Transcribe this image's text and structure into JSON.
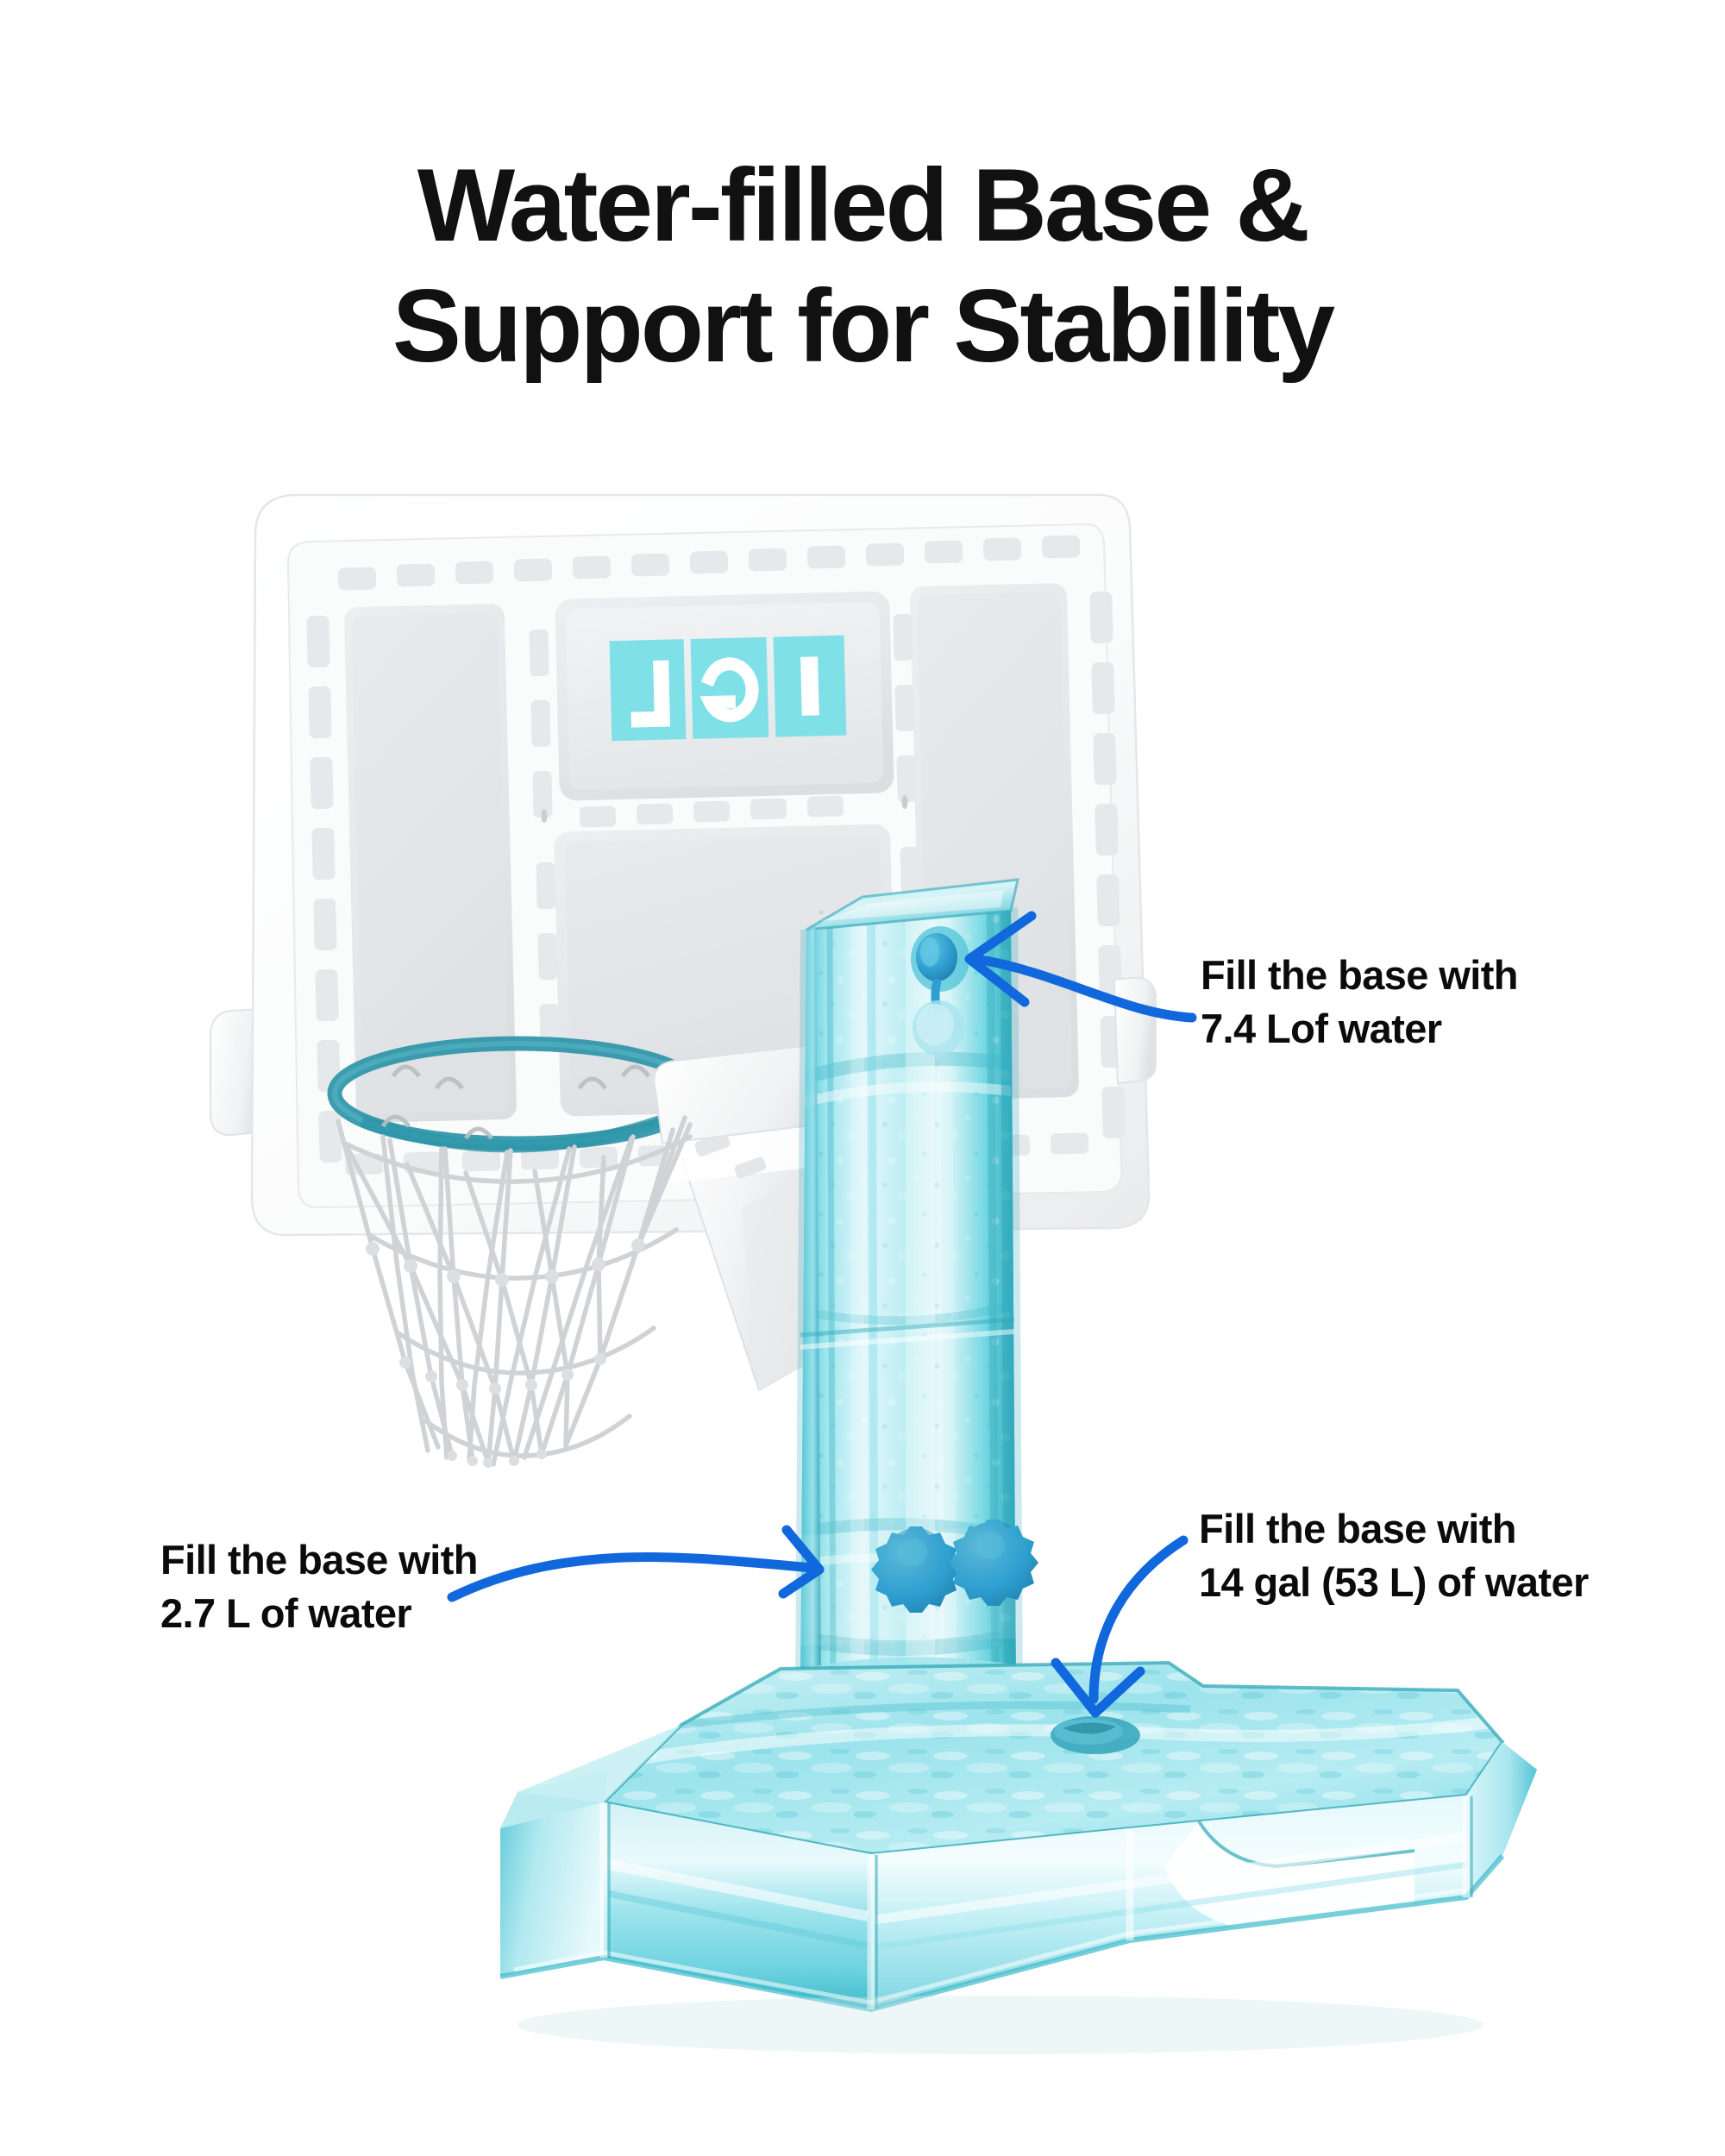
{
  "page": {
    "background_color": "#ffffff"
  },
  "title": {
    "line1": "Water-filled Base &",
    "line2": "Support for Stability"
  },
  "callouts": [
    {
      "id": "pole-top",
      "line1": "Fill the base with",
      "line2": "7.4 Lof water",
      "arrow_color": "#1168dd",
      "target": "pole-top-fill-port"
    },
    {
      "id": "base",
      "line1": "Fill the base with",
      "line2": "14 gal (53 L) of water",
      "arrow_color": "#1168dd",
      "target": "base-fill-port"
    },
    {
      "id": "pole-lower",
      "line1": "Fill the base with",
      "line2": "2.7 L of water",
      "arrow_color": "#1168dd",
      "target": "pole-lower-section"
    }
  ],
  "product": {
    "name": "water-filled-basketball-hoop",
    "backboard": {
      "frame_color": "#ffffff",
      "panel_color": "#eceef0",
      "logo": {
        "letters": [
          "I",
          "G",
          "L"
        ],
        "tile_color": "#7fe0e8",
        "letter_color": "#ffffff",
        "mirrored": "true"
      }
    },
    "rim": {
      "color": "#2d95a8",
      "net_color": "#d4d7da"
    },
    "pole": {
      "material": "translucent water-filled",
      "water_color": "#5fd3dd",
      "fill_cap_color": "#2e9fd0",
      "knob_color": "#2e9fd0"
    },
    "base": {
      "material": "translucent water-filled tank",
      "water_color": "#8fe0e8",
      "glass_edge_color": "#2fa8b5",
      "fill_port_color": "#3aa8bd"
    }
  }
}
